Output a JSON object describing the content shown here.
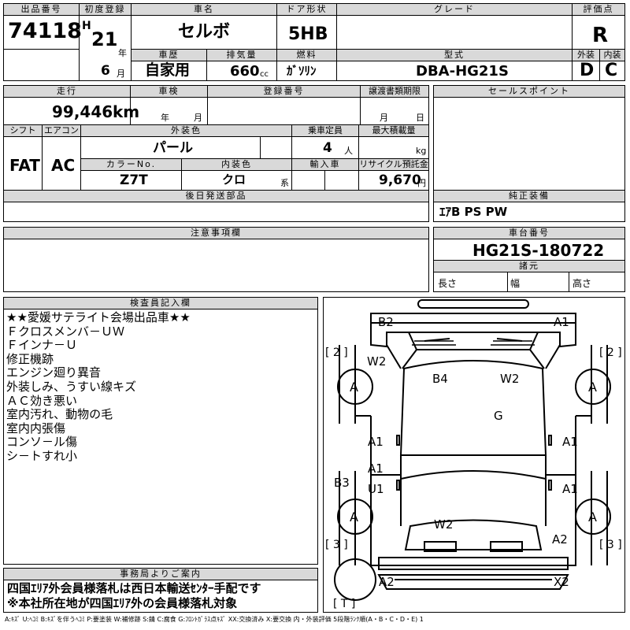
{
  "header": {
    "lot_label": "出品番号",
    "lot_no": "74118",
    "first_reg_label": "初度登録",
    "era": "H",
    "year": "21",
    "year_unit": "年",
    "month": "6",
    "month_unit": "月",
    "name_label": "車名",
    "name": "セルボ",
    "door_label": "ドア形状",
    "door": "5HB",
    "grade_label": "グレード",
    "grade": "",
    "score_label": "評価点",
    "score": "R",
    "history_label": "車歴",
    "history": "自家用",
    "disp_label": "排気量",
    "disp": "660",
    "disp_unit": "cc",
    "fuel_label": "燃料",
    "fuel": "ｶﾞｿﾘﾝ",
    "model_label": "型式",
    "model": "DBA-HG21S",
    "ext_label": "外装",
    "ext": "D",
    "int_label": "内装",
    "int": "C"
  },
  "row2": {
    "mileage_label": "走行",
    "mileage": "99,446",
    "mileage_unit": "km",
    "inspection_label": "車検",
    "insp_year": "年",
    "insp_month": "月",
    "regno_label": "登録番号",
    "transfer_label": "譲渡書類期限",
    "tr_month": "月",
    "tr_day": "日",
    "shift_label": "シフト",
    "shift": "FAT",
    "ac_label": "エアコン",
    "ac": "AC",
    "extcolor_label": "外装色",
    "extcolor": "パール",
    "capacity_label": "乗車定員",
    "capacity": "4",
    "capacity_unit": "人",
    "maxload_label": "最大積載量",
    "maxload_unit": "kg",
    "colorno_label": "カラーNo.",
    "colorno": "Z7T",
    "intcolor_label": "内装色",
    "intcolor": "クロ",
    "intcolor_unit": "系",
    "import_label": "輸入車",
    "recycle_label": "リサイクル預託金",
    "recycle": "9,670",
    "recycle_unit": "円",
    "later_label": "後日発送部品",
    "sales_label": "セールスポイント",
    "equip_label": "純正装備",
    "equip": "ｴｱB PS PW"
  },
  "notes_section": {
    "caution_label": "注意事項欄",
    "chassis_label": "車台番号",
    "chassis": "HG21S-180722",
    "dims_label": "諸元",
    "len": "長さ",
    "wid": "幅",
    "hei": "高さ"
  },
  "inspector": {
    "label": "検査員記入欄",
    "lines": [
      "★★愛媛サテライト会場出品車★★",
      "Ｆクロスメンバ－ＵＷ",
      "Ｆインナ－Ｕ",
      "修正機跡",
      "エンジン廻り異音",
      "外装しみ、うすい線キズ",
      "ＡＣ効き悪い",
      "室内汚れ、動物の毛",
      "室内内張傷",
      "コンソ－ル傷",
      "シ－トすれ小"
    ]
  },
  "office": {
    "label": "事務局よりご案内",
    "lines": [
      "四国ｴﾘｱ外会員様落札は西日本輸送ｾﾝﾀｰ手配です",
      "※本社所在地が四国ｴﾘｱ外の会員様落札対象"
    ]
  },
  "diagram": {
    "marks": {
      "b2": "B2",
      "a1_top": "A1",
      "w2_left": "W2",
      "b4": "B4",
      "w2_roof": "W2",
      "g": "G",
      "a1_ld": "A1",
      "a1_rd": "A1",
      "a1_lr": "A1",
      "u1": "U1",
      "a1_rr": "A1",
      "b3": "B3",
      "w2_rear": "W2",
      "a2_rq": "A2",
      "a2_bot": "A2",
      "x2": "X2"
    },
    "tires": [
      "A",
      "A",
      "A",
      "A"
    ],
    "bracket_l1": "[ 2 ]",
    "bracket_r1": "[ 2 ]",
    "bracket_l3": "[ 3 ]",
    "bracket_r3": "[ 3 ]",
    "bracket_t": "[ T ]"
  },
  "legend": "A:ｷｽﾞ U:ﾍｺﾐ B:ｷｽﾞを伴うﾍｺﾐ P:要塗装 W:補修跡 S:錆 C:腐食 G:ﾌﾛﾝﾄｶﾞﾗｽ点ｷｽﾞ XX:交換済み X:要交換  内・外装評価 5段階ﾗﾝｸ順(A・B・C・D・E) 1"
}
